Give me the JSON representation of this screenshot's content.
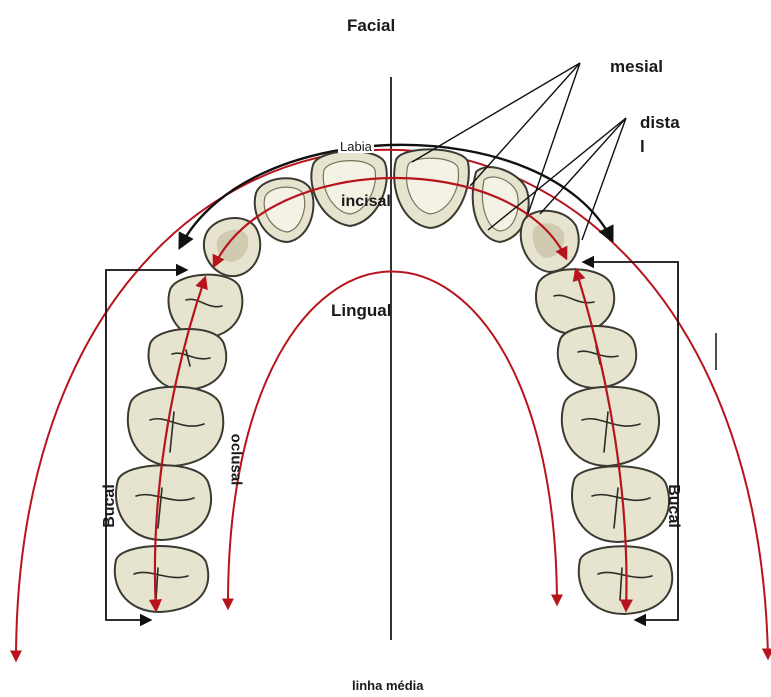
{
  "labels": {
    "facial": "Facial",
    "mesial": "mesial",
    "distal_line1": "dista",
    "distal_line2": "l",
    "labial": "Labia",
    "incisal": "incisal",
    "lingual": "Lingual",
    "oclusal": "oclusal",
    "bucal_left": "Bucal",
    "bucal_right": "Bucal",
    "linha_media": "linha média"
  },
  "colors": {
    "arrow_red": "#b8141c",
    "arrow_black": "#111111",
    "tooth_fill": "#e6e3cf",
    "tooth_outline": "#3a3a30"
  }
}
